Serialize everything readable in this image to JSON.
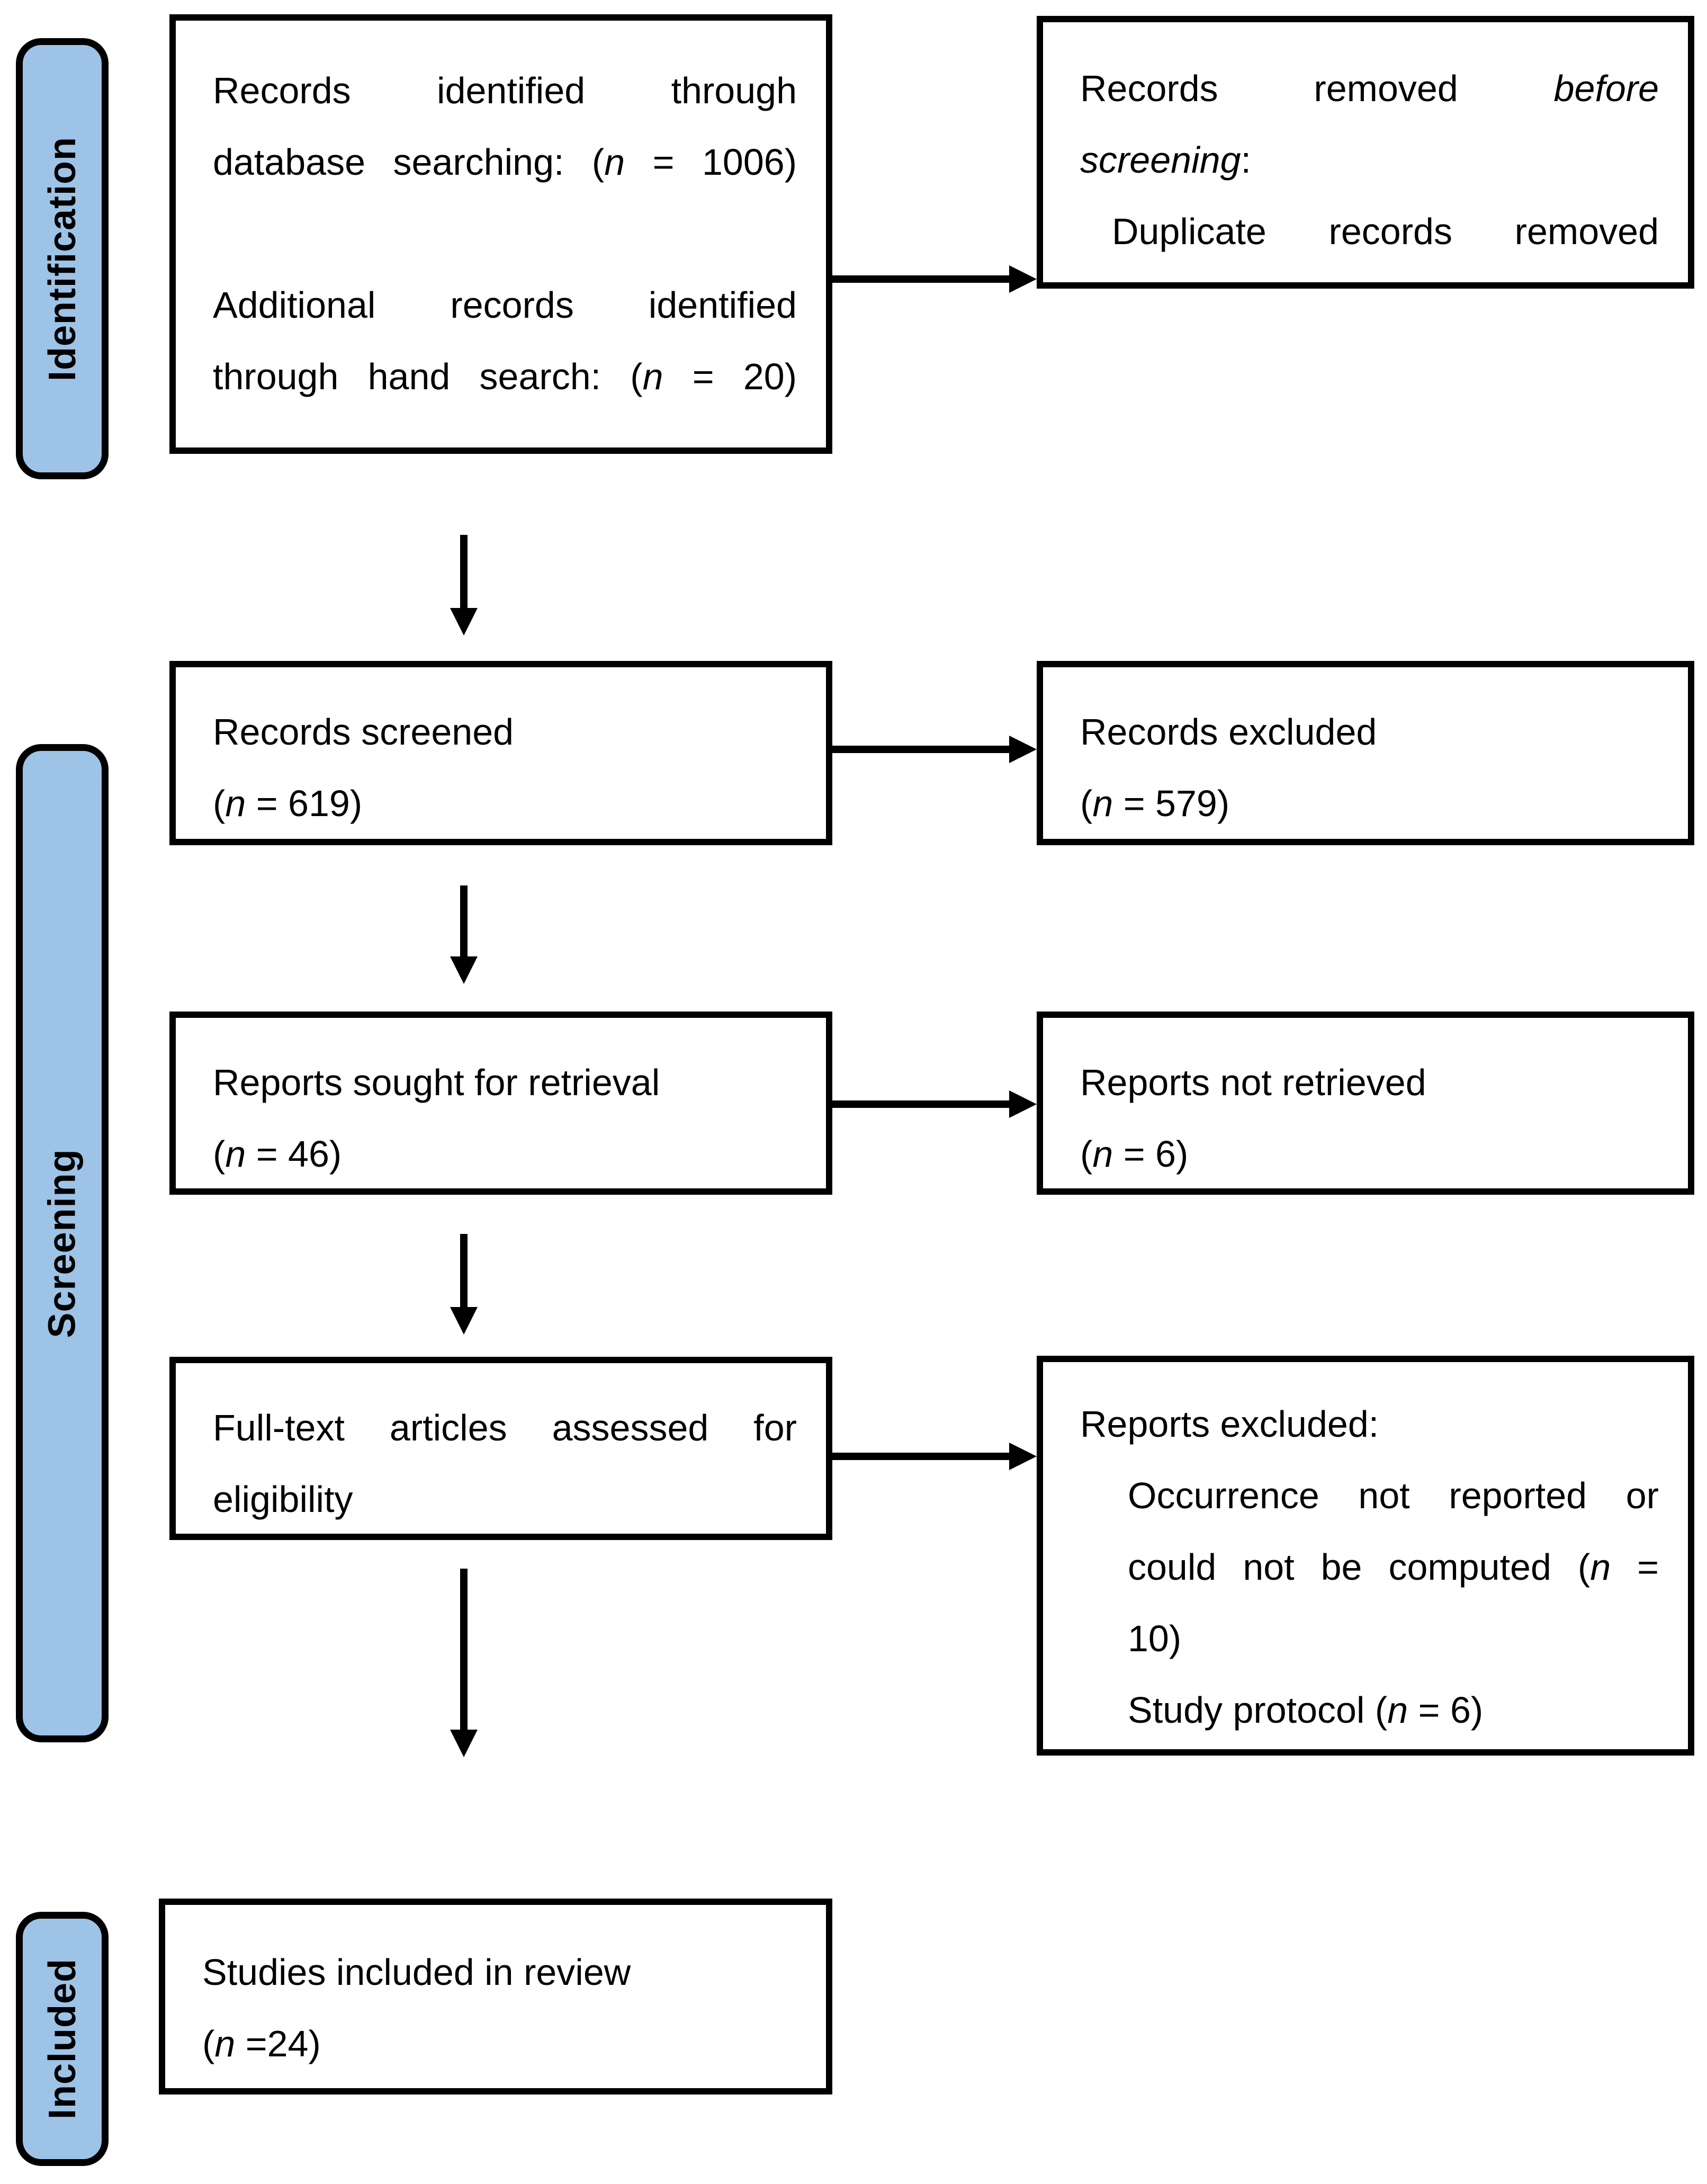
{
  "diagram": {
    "type": "prisma-flowchart",
    "colors": {
      "stage_fill": "#9DC3E6",
      "line_and_border": "#000000",
      "background": "#FFFFFF",
      "text": "#000000"
    },
    "stage_labels": [
      {
        "id": "identification",
        "text": "Identification"
      },
      {
        "id": "screening",
        "text": "Screening"
      },
      {
        "id": "included",
        "text": "Included"
      }
    ],
    "boxes": {
      "records_identified": {
        "role": "identification-left",
        "lines": [
          {
            "segs": [
              {
                "t": "Records identified through"
              }
            ],
            "stretch": true
          },
          {
            "segs": [
              {
                "t": "database searching:  ("
              },
              {
                "t": "n",
                "i": true
              },
              {
                "t": " = 1006)"
              }
            ],
            "stretch": true
          },
          {
            "spacer": true
          },
          {
            "segs": [
              {
                "t": "Additional records identified"
              }
            ],
            "stretch": true
          },
          {
            "segs": [
              {
                "t": "through hand search: ("
              },
              {
                "t": "n",
                "i": true
              },
              {
                "t": " = 20)"
              }
            ],
            "stretch": true
          }
        ]
      },
      "records_removed": {
        "role": "identification-right",
        "lines": [
          {
            "segs": [
              {
                "t": "Records removed "
              },
              {
                "t": "before",
                "i": true
              }
            ],
            "stretch": true
          },
          {
            "segs": [
              {
                "t": "screening",
                "i": true
              },
              {
                "t": ":"
              }
            ]
          },
          {
            "segs": [
              {
                "t": "Duplicate records removed"
              }
            ],
            "indent": true,
            "stretch": true
          }
        ]
      },
      "records_screened": {
        "role": "screening-left",
        "lines": [
          {
            "segs": [
              {
                "t": "Records screened"
              }
            ]
          },
          {
            "segs": [
              {
                "t": "("
              },
              {
                "t": "n",
                "i": true
              },
              {
                "t": " = 619)"
              }
            ]
          }
        ]
      },
      "records_excluded": {
        "role": "screening-right",
        "lines": [
          {
            "segs": [
              {
                "t": "Records excluded"
              }
            ]
          },
          {
            "segs": [
              {
                "t": "("
              },
              {
                "t": "n",
                "i": true
              },
              {
                "t": " = 579)"
              }
            ]
          }
        ]
      },
      "reports_sought": {
        "role": "screening-left",
        "lines": [
          {
            "segs": [
              {
                "t": "Reports sought for retrieval"
              }
            ]
          },
          {
            "segs": [
              {
                "t": "("
              },
              {
                "t": "n",
                "i": true
              },
              {
                "t": " = 46)"
              }
            ]
          }
        ]
      },
      "reports_not_retrieved": {
        "role": "screening-right",
        "lines": [
          {
            "segs": [
              {
                "t": "Reports not retrieved"
              }
            ]
          },
          {
            "segs": [
              {
                "t": "("
              },
              {
                "t": "n",
                "i": true
              },
              {
                "t": " = 6)"
              }
            ]
          }
        ]
      },
      "fulltext_assessed": {
        "role": "screening-left",
        "lines": [
          {
            "segs": [
              {
                "t": "Full-text articles assessed for"
              }
            ],
            "stretch": true
          },
          {
            "segs": [
              {
                "t": "eligibility"
              }
            ]
          }
        ]
      },
      "reports_excluded": {
        "role": "screening-right",
        "lines": [
          {
            "segs": [
              {
                "t": "Reports excluded:"
              }
            ]
          },
          {
            "segs": [
              {
                "t": "Occurrence not reported or"
              }
            ],
            "indent": true,
            "stretch": true
          },
          {
            "segs": [
              {
                "t": "could not be computed ("
              },
              {
                "t": "n",
                "i": true
              },
              {
                "t": " ="
              }
            ],
            "indent": true,
            "stretch": true
          },
          {
            "segs": [
              {
                "t": "10)"
              }
            ],
            "indent": true
          },
          {
            "segs": [
              {
                "t": "Study protocol ("
              },
              {
                "t": "n",
                "i": true
              },
              {
                "t": " = 6)"
              }
            ],
            "indent": true
          }
        ]
      },
      "studies_included": {
        "role": "included-left",
        "lines": [
          {
            "segs": [
              {
                "t": "Studies included in review"
              }
            ]
          },
          {
            "segs": [
              {
                "t": "("
              },
              {
                "t": "n",
                "i": true
              },
              {
                "t": " =24)"
              }
            ]
          }
        ]
      }
    }
  }
}
